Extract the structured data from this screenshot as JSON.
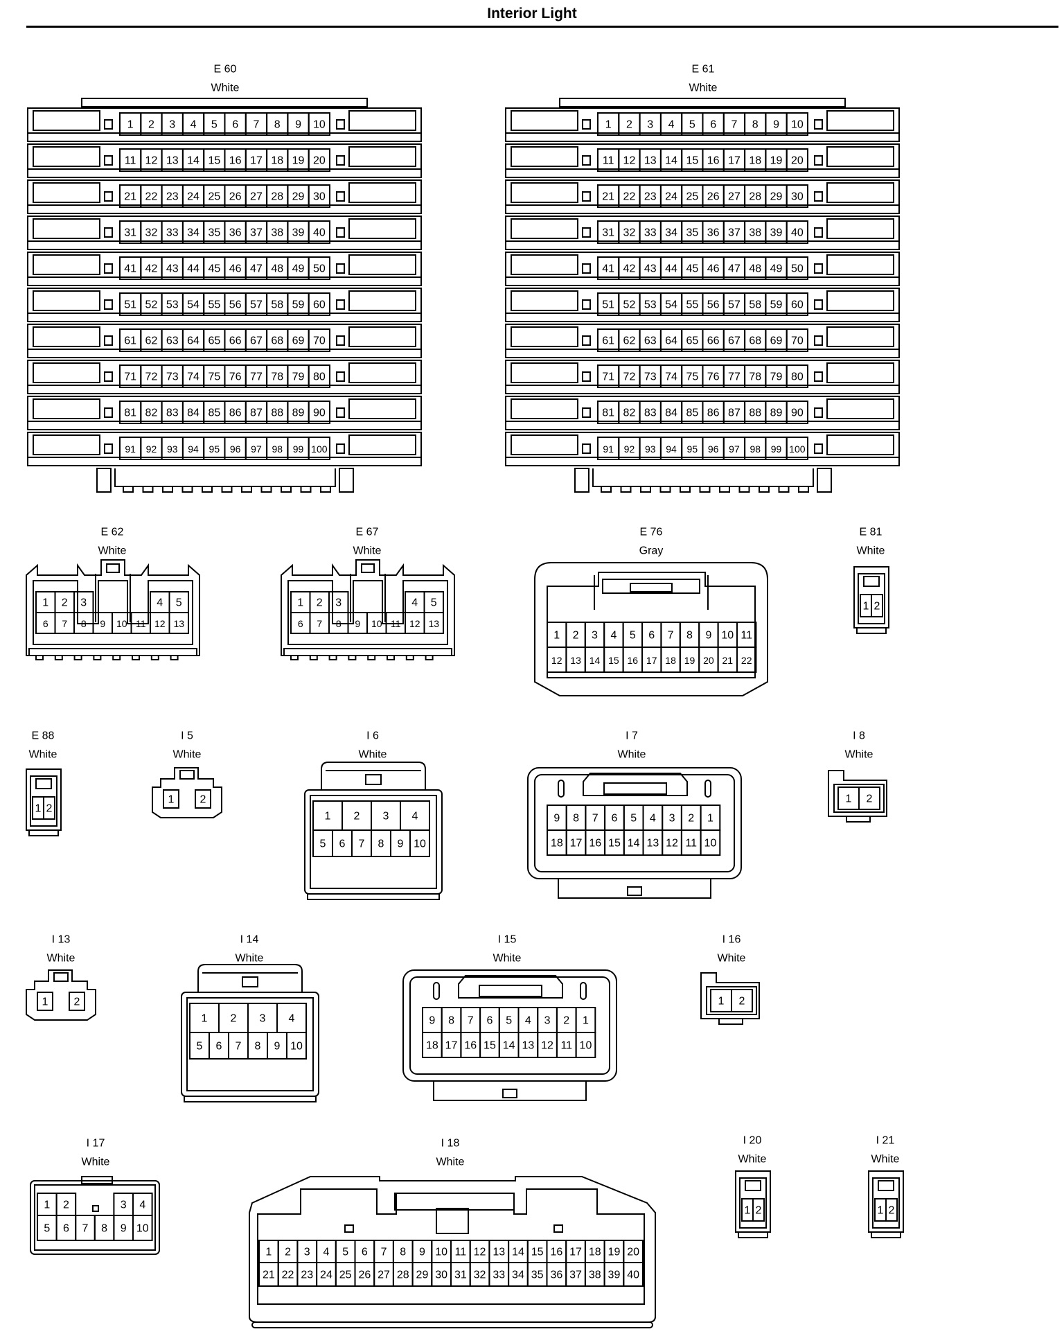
{
  "title": "Interior Light",
  "connectors": [
    {
      "id": "E 60",
      "color": "White",
      "rows": [
        [
          "1",
          "2",
          "3",
          "4",
          "5",
          "6",
          "7",
          "8",
          "9",
          "10"
        ],
        [
          "11",
          "12",
          "13",
          "14",
          "15",
          "16",
          "17",
          "18",
          "19",
          "20"
        ],
        [
          "21",
          "22",
          "23",
          "24",
          "25",
          "26",
          "27",
          "28",
          "29",
          "30"
        ],
        [
          "31",
          "32",
          "33",
          "34",
          "35",
          "36",
          "37",
          "38",
          "39",
          "40"
        ],
        [
          "41",
          "42",
          "43",
          "44",
          "45",
          "46",
          "47",
          "48",
          "49",
          "50"
        ],
        [
          "51",
          "52",
          "53",
          "54",
          "55",
          "56",
          "57",
          "58",
          "59",
          "60"
        ],
        [
          "61",
          "62",
          "63",
          "64",
          "65",
          "66",
          "67",
          "68",
          "69",
          "70"
        ],
        [
          "71",
          "72",
          "73",
          "74",
          "75",
          "76",
          "77",
          "78",
          "79",
          "80"
        ],
        [
          "81",
          "82",
          "83",
          "84",
          "85",
          "86",
          "87",
          "88",
          "89",
          "90"
        ],
        [
          "91",
          "92",
          "93",
          "94",
          "95",
          "96",
          "97",
          "98",
          "99",
          "100"
        ]
      ]
    },
    {
      "id": "E 61",
      "color": "White",
      "rows": [
        [
          "1",
          "2",
          "3",
          "4",
          "5",
          "6",
          "7",
          "8",
          "9",
          "10"
        ],
        [
          "11",
          "12",
          "13",
          "14",
          "15",
          "16",
          "17",
          "18",
          "19",
          "20"
        ],
        [
          "21",
          "22",
          "23",
          "24",
          "25",
          "26",
          "27",
          "28",
          "29",
          "30"
        ],
        [
          "31",
          "32",
          "33",
          "34",
          "35",
          "36",
          "37",
          "38",
          "39",
          "40"
        ],
        [
          "41",
          "42",
          "43",
          "44",
          "45",
          "46",
          "47",
          "48",
          "49",
          "50"
        ],
        [
          "51",
          "52",
          "53",
          "54",
          "55",
          "56",
          "57",
          "58",
          "59",
          "60"
        ],
        [
          "61",
          "62",
          "63",
          "64",
          "65",
          "66",
          "67",
          "68",
          "69",
          "70"
        ],
        [
          "71",
          "72",
          "73",
          "74",
          "75",
          "76",
          "77",
          "78",
          "79",
          "80"
        ],
        [
          "81",
          "82",
          "83",
          "84",
          "85",
          "86",
          "87",
          "88",
          "89",
          "90"
        ],
        [
          "91",
          "92",
          "93",
          "94",
          "95",
          "96",
          "97",
          "98",
          "99",
          "100"
        ]
      ]
    },
    {
      "id": "E 62",
      "color": "White",
      "rows": [
        [
          "1",
          "2",
          "3",
          "",
          "",
          "",
          "4",
          "5"
        ],
        [
          "6",
          "7",
          "8",
          "9",
          "10",
          "11",
          "12",
          "13"
        ]
      ]
    },
    {
      "id": "E 67",
      "color": "White",
      "rows": [
        [
          "1",
          "2",
          "3",
          "",
          "",
          "",
          "4",
          "5"
        ],
        [
          "6",
          "7",
          "8",
          "9",
          "10",
          "11",
          "12",
          "13"
        ]
      ]
    },
    {
      "id": "E 76",
      "color": "Gray",
      "rows": [
        [
          "1",
          "2",
          "3",
          "4",
          "5",
          "6",
          "7",
          "8",
          "9",
          "10",
          "11"
        ],
        [
          "12",
          "13",
          "14",
          "15",
          "16",
          "17",
          "18",
          "19",
          "20",
          "21",
          "22"
        ]
      ]
    },
    {
      "id": "E 81",
      "color": "White",
      "rows": [
        [
          "1",
          "2"
        ]
      ]
    },
    {
      "id": "E 88",
      "color": "White",
      "rows": [
        [
          "1",
          "2"
        ]
      ]
    },
    {
      "id": "I 5",
      "color": "White",
      "rows": [
        [
          "1",
          "",
          "2"
        ]
      ]
    },
    {
      "id": "I 6",
      "color": "White",
      "rows": [
        [
          "1",
          "2",
          "3",
          "4"
        ],
        [
          "5",
          "6",
          "7",
          "8",
          "9",
          "10"
        ]
      ]
    },
    {
      "id": "I 7",
      "color": "White",
      "rows": [
        [
          "9",
          "8",
          "7",
          "6",
          "5",
          "4",
          "3",
          "2",
          "1"
        ],
        [
          "18",
          "17",
          "16",
          "15",
          "14",
          "13",
          "12",
          "11",
          "10"
        ]
      ]
    },
    {
      "id": "I 8",
      "color": "White",
      "rows": [
        [
          "1",
          "2"
        ]
      ]
    },
    {
      "id": "I 13",
      "color": "White",
      "rows": [
        [
          "1",
          "",
          "2"
        ]
      ]
    },
    {
      "id": "I 14",
      "color": "White",
      "rows": [
        [
          "1",
          "2",
          "3",
          "4"
        ],
        [
          "5",
          "6",
          "7",
          "8",
          "9",
          "10"
        ]
      ]
    },
    {
      "id": "I 15",
      "color": "White",
      "rows": [
        [
          "9",
          "8",
          "7",
          "6",
          "5",
          "4",
          "3",
          "2",
          "1"
        ],
        [
          "18",
          "17",
          "16",
          "15",
          "14",
          "13",
          "12",
          "11",
          "10"
        ]
      ]
    },
    {
      "id": "I 16",
      "color": "White",
      "rows": [
        [
          "1",
          "2"
        ]
      ]
    },
    {
      "id": "I 17",
      "color": "White",
      "rows": [
        [
          "1",
          "2",
          "",
          "",
          "3",
          "4"
        ],
        [
          "5",
          "6",
          "7",
          "8",
          "9",
          "10"
        ]
      ]
    },
    {
      "id": "I 18",
      "color": "White",
      "rows": [
        [
          "1",
          "2",
          "3",
          "4",
          "5",
          "6",
          "7",
          "8",
          "9",
          "10",
          "11",
          "12",
          "13",
          "14",
          "15",
          "16",
          "17",
          "18",
          "19",
          "20"
        ],
        [
          "21",
          "22",
          "23",
          "24",
          "25",
          "26",
          "27",
          "28",
          "29",
          "30",
          "31",
          "32",
          "33",
          "34",
          "35",
          "36",
          "37",
          "38",
          "39",
          "40"
        ]
      ]
    },
    {
      "id": "I 20",
      "color": "White",
      "rows": [
        [
          "1",
          "2"
        ]
      ]
    },
    {
      "id": "I 21",
      "color": "White",
      "rows": [
        [
          "1",
          "2"
        ]
      ]
    }
  ]
}
